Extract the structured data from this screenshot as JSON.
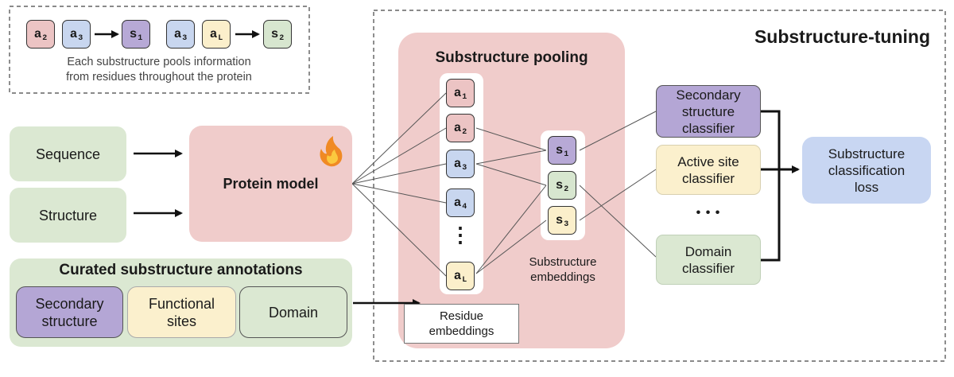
{
  "legend": {
    "example1": {
      "inputs": [
        "a_2",
        "a_3"
      ],
      "output": "s_1"
    },
    "example2": {
      "inputs": [
        "a_3",
        "a_L"
      ],
      "output": "s_2"
    },
    "caption_line1": "Each substructure pools information",
    "caption_line2": "from residues throughout the protein"
  },
  "inputs": {
    "sequence": "Sequence",
    "structure": "Structure"
  },
  "protein_model": {
    "label": "Protein model",
    "icon": "fire-icon"
  },
  "annotations": {
    "title": "Curated substructure annotations",
    "items": [
      {
        "line1": "Secondary",
        "line2": "structure"
      },
      {
        "line1": "Functional",
        "line2": "sites"
      },
      {
        "line1": "Domain",
        "line2": ""
      }
    ]
  },
  "tuning": {
    "title": "Substructure-tuning",
    "pooling_title": "Substructure pooling",
    "residue_tokens": [
      "a_1",
      "a_2",
      "a_3",
      "a_4",
      "⋮",
      "a_L"
    ],
    "substructure_tokens": [
      "s_1",
      "s_2",
      "s_3"
    ],
    "substructure_embeddings_line1": "Substructure",
    "substructure_embeddings_line2": "embeddings",
    "residue_embeddings_line1": "Residue",
    "residue_embeddings_line2": "embeddings",
    "classifiers": [
      {
        "line1": "Secondary",
        "line2": "structure",
        "line3": "classifier"
      },
      {
        "line1": "Active site",
        "line2": "classifier"
      },
      {
        "line1": "Domain",
        "line2": "classifier"
      }
    ],
    "ellipsis": "• • •",
    "loss_line1": "Substructure",
    "loss_line2": "classification",
    "loss_line3": "loss"
  },
  "colors": {
    "green": "#dbe8d2",
    "pink": "#f0cccb",
    "purple": "#b4a6d5",
    "yellow": "#fbf0cd",
    "blue": "#c8d6f2"
  }
}
